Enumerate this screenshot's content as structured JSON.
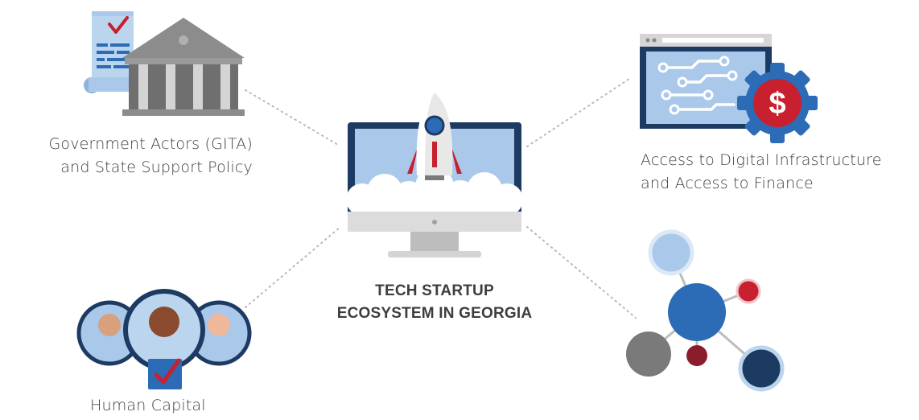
{
  "center": {
    "title_line1": "TECH STARTUP",
    "title_line2": "ECOSYSTEM IN GEORGIA"
  },
  "nodes": {
    "government": {
      "line1": "Government Actors (GITA)",
      "line2": "and State Support Policy",
      "icon": "government-building-icon"
    },
    "digital": {
      "line1": "Access to Digital Infrastructure",
      "line2": "and Access to Finance",
      "icon": "circuit-finance-icon",
      "symbol": "$"
    },
    "human": {
      "line1": "Human Capital",
      "icon": "people-group-icon"
    },
    "network": {
      "icon": "network-molecule-icon"
    }
  },
  "colors": {
    "navy": "#1d3a63",
    "blue": "#2c6bb5",
    "light_blue": "#a9c8ea",
    "red": "#c8202f",
    "gray": "#8a8a8a",
    "dark_red": "#8b1c2c",
    "text": "#3d3d3d"
  }
}
